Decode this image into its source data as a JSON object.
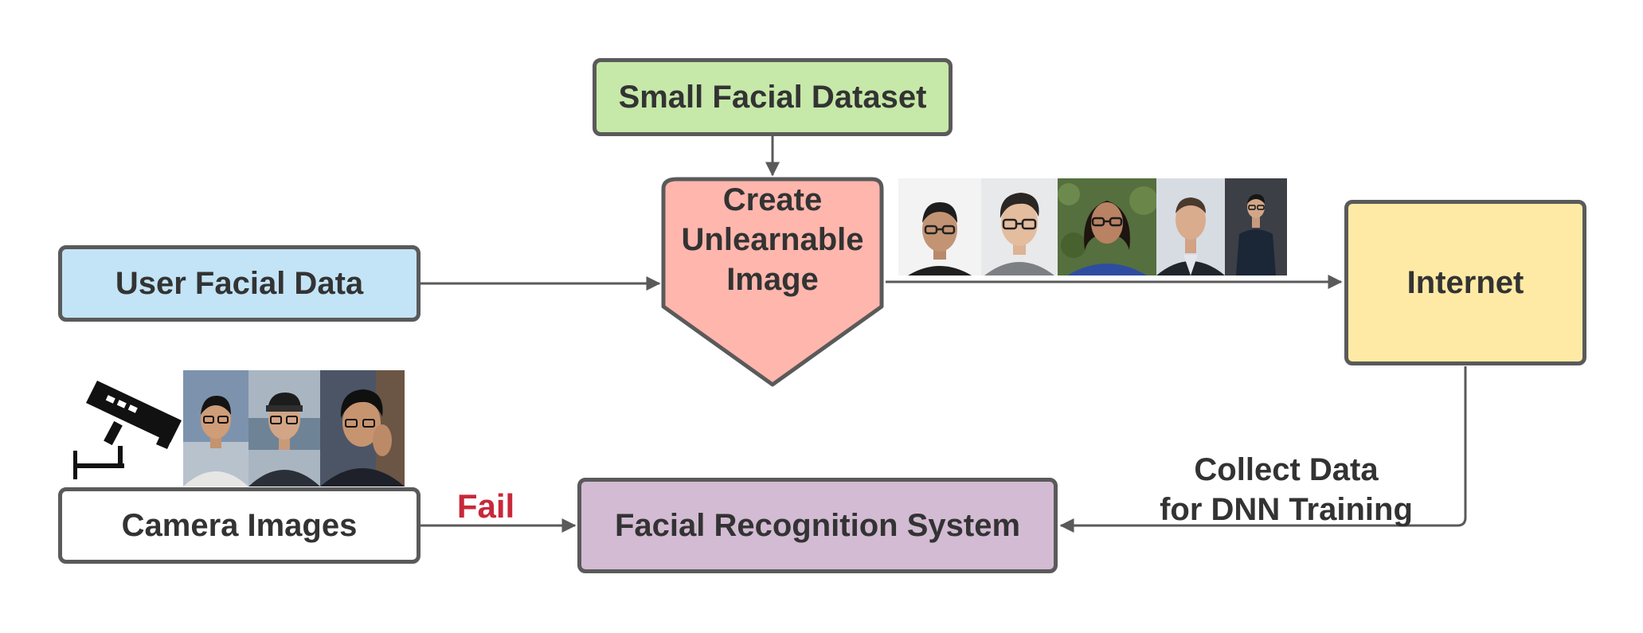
{
  "nodes": {
    "small_dataset": "Small Facial Dataset",
    "create_unlearnable_line1": "Create",
    "create_unlearnable_line2": "Unlearnable",
    "create_unlearnable_line3": "Image",
    "user_facial_data": "User Facial Data",
    "internet": "Internet",
    "camera_images": "Camera Images",
    "facial_recognition": "Facial Recognition System"
  },
  "edge_labels": {
    "fail": "Fail",
    "collect_line1": "Collect Data",
    "collect_line2": "for DNN Training"
  },
  "colors": {
    "small_dataset_fill": "#c6e8a8",
    "create_fill": "#ffb6ad",
    "user_data_fill": "#c3e4f6",
    "internet_fill": "#ffeaa5",
    "camera_fill": "#ffffff",
    "recognition_fill": "#d3bbd3",
    "stroke": "#5a5a5a",
    "fail_text": "#c8283a"
  },
  "icons": {
    "camera": "security-camera-icon"
  }
}
